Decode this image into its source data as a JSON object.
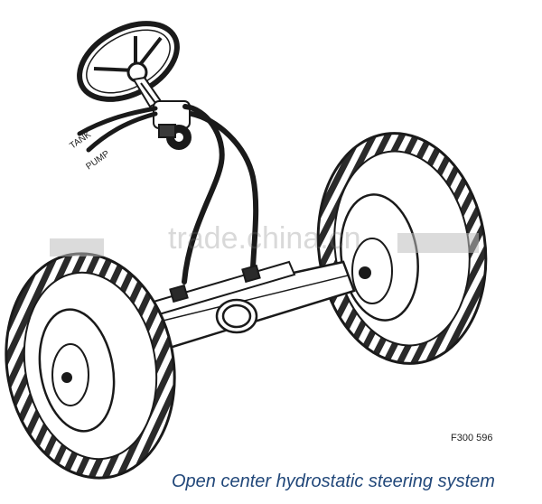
{
  "diagram": {
    "labels": {
      "tank": "TANK",
      "pump": "PUMP"
    },
    "figure_code": "F300 596",
    "caption": "Open center hydrostatic steering system",
    "watermark": "trade.china.cn"
  },
  "colors": {
    "ink": "#1a1a1a",
    "caption": "#22487a"
  }
}
